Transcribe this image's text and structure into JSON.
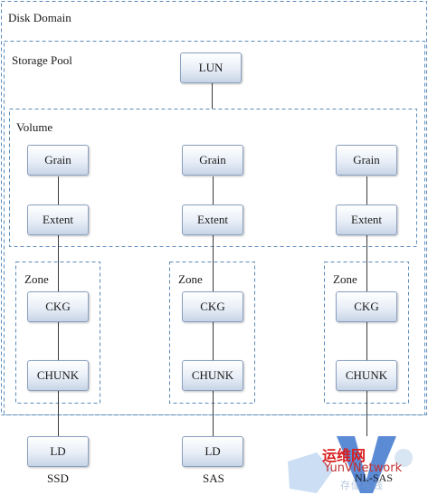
{
  "containers": {
    "disk_domain": "Disk Domain",
    "storage_pool": "Storage Pool",
    "volume": "Volume",
    "zone": "Zone"
  },
  "top_node": "LUN",
  "columns": [
    {
      "grain": "Grain",
      "extent": "Extent",
      "zone": "Zone",
      "ckg": "CKG",
      "chunk": "CHUNK",
      "ld": "LD",
      "media": "SSD"
    },
    {
      "grain": "Grain",
      "extent": "Extent",
      "zone": "Zone",
      "ckg": "CKG",
      "chunk": "CHUNK",
      "ld": "LD",
      "media": "SAS"
    },
    {
      "grain": "Grain",
      "extent": "Extent",
      "zone": "Zone",
      "ckg": "CKG",
      "chunk": "CHUNK",
      "ld": "",
      "media": "NL-SAS"
    }
  ],
  "watermark": {
    "cn": "运维网",
    "en": "YunVNetwork",
    "sub": "存储在线"
  },
  "colors": {
    "dash_border": "#5b8bb8",
    "connector": "#3a3a3a",
    "node_border": "#8aa0c0",
    "watermark_red": "#d81e1e",
    "watermark_blue": "#2a67c9"
  }
}
